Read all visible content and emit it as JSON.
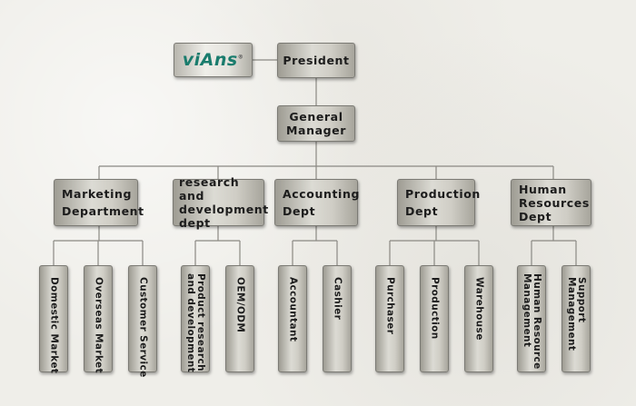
{
  "logo": {
    "text": "viAns",
    "mark": "®"
  },
  "president": "President",
  "general_manager": "General\nManager",
  "departments": [
    {
      "label": "Marketing\nDepartment",
      "subs": [
        "Domestic Market",
        "Overseas Market",
        "Customer Service"
      ]
    },
    {
      "label": "research and\ndevelopment\ndept",
      "subs": [
        "Product research\nand development",
        "OEM/ODM"
      ]
    },
    {
      "label": "Accounting\nDept",
      "subs": [
        "Accountant",
        "Cashier"
      ]
    },
    {
      "label": "Production\nDept",
      "subs": [
        "Purchaser",
        "Production",
        "Warehouse"
      ]
    },
    {
      "label": "Human\nResources\nDept",
      "subs": [
        "Human Resource\nManagement",
        "Support\nManagement"
      ]
    }
  ],
  "colors": {
    "line": "#8a8983",
    "logo": "#1a7c6d"
  }
}
